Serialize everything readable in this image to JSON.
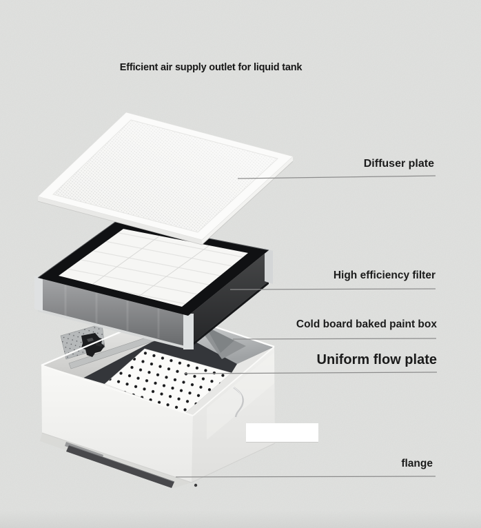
{
  "title": "Efficient air supply outlet for liquid tank",
  "callouts": {
    "diffuser_plate": "Diffuser plate",
    "high_efficiency_filter": "High efficiency filter",
    "cold_board_box": "Cold board baked paint box",
    "uniform_flow_plate": "Uniform flow plate",
    "flange": "flange"
  },
  "colors": {
    "background": "#e4e5e3",
    "label_text": "#1b1b1b",
    "leader_line": "#8c8c8c",
    "filter_frame_black": "#101113",
    "box_white": "#f2f2f0",
    "metal_gray": "#aeb1b3",
    "perforation_dot": "#191a1c"
  }
}
